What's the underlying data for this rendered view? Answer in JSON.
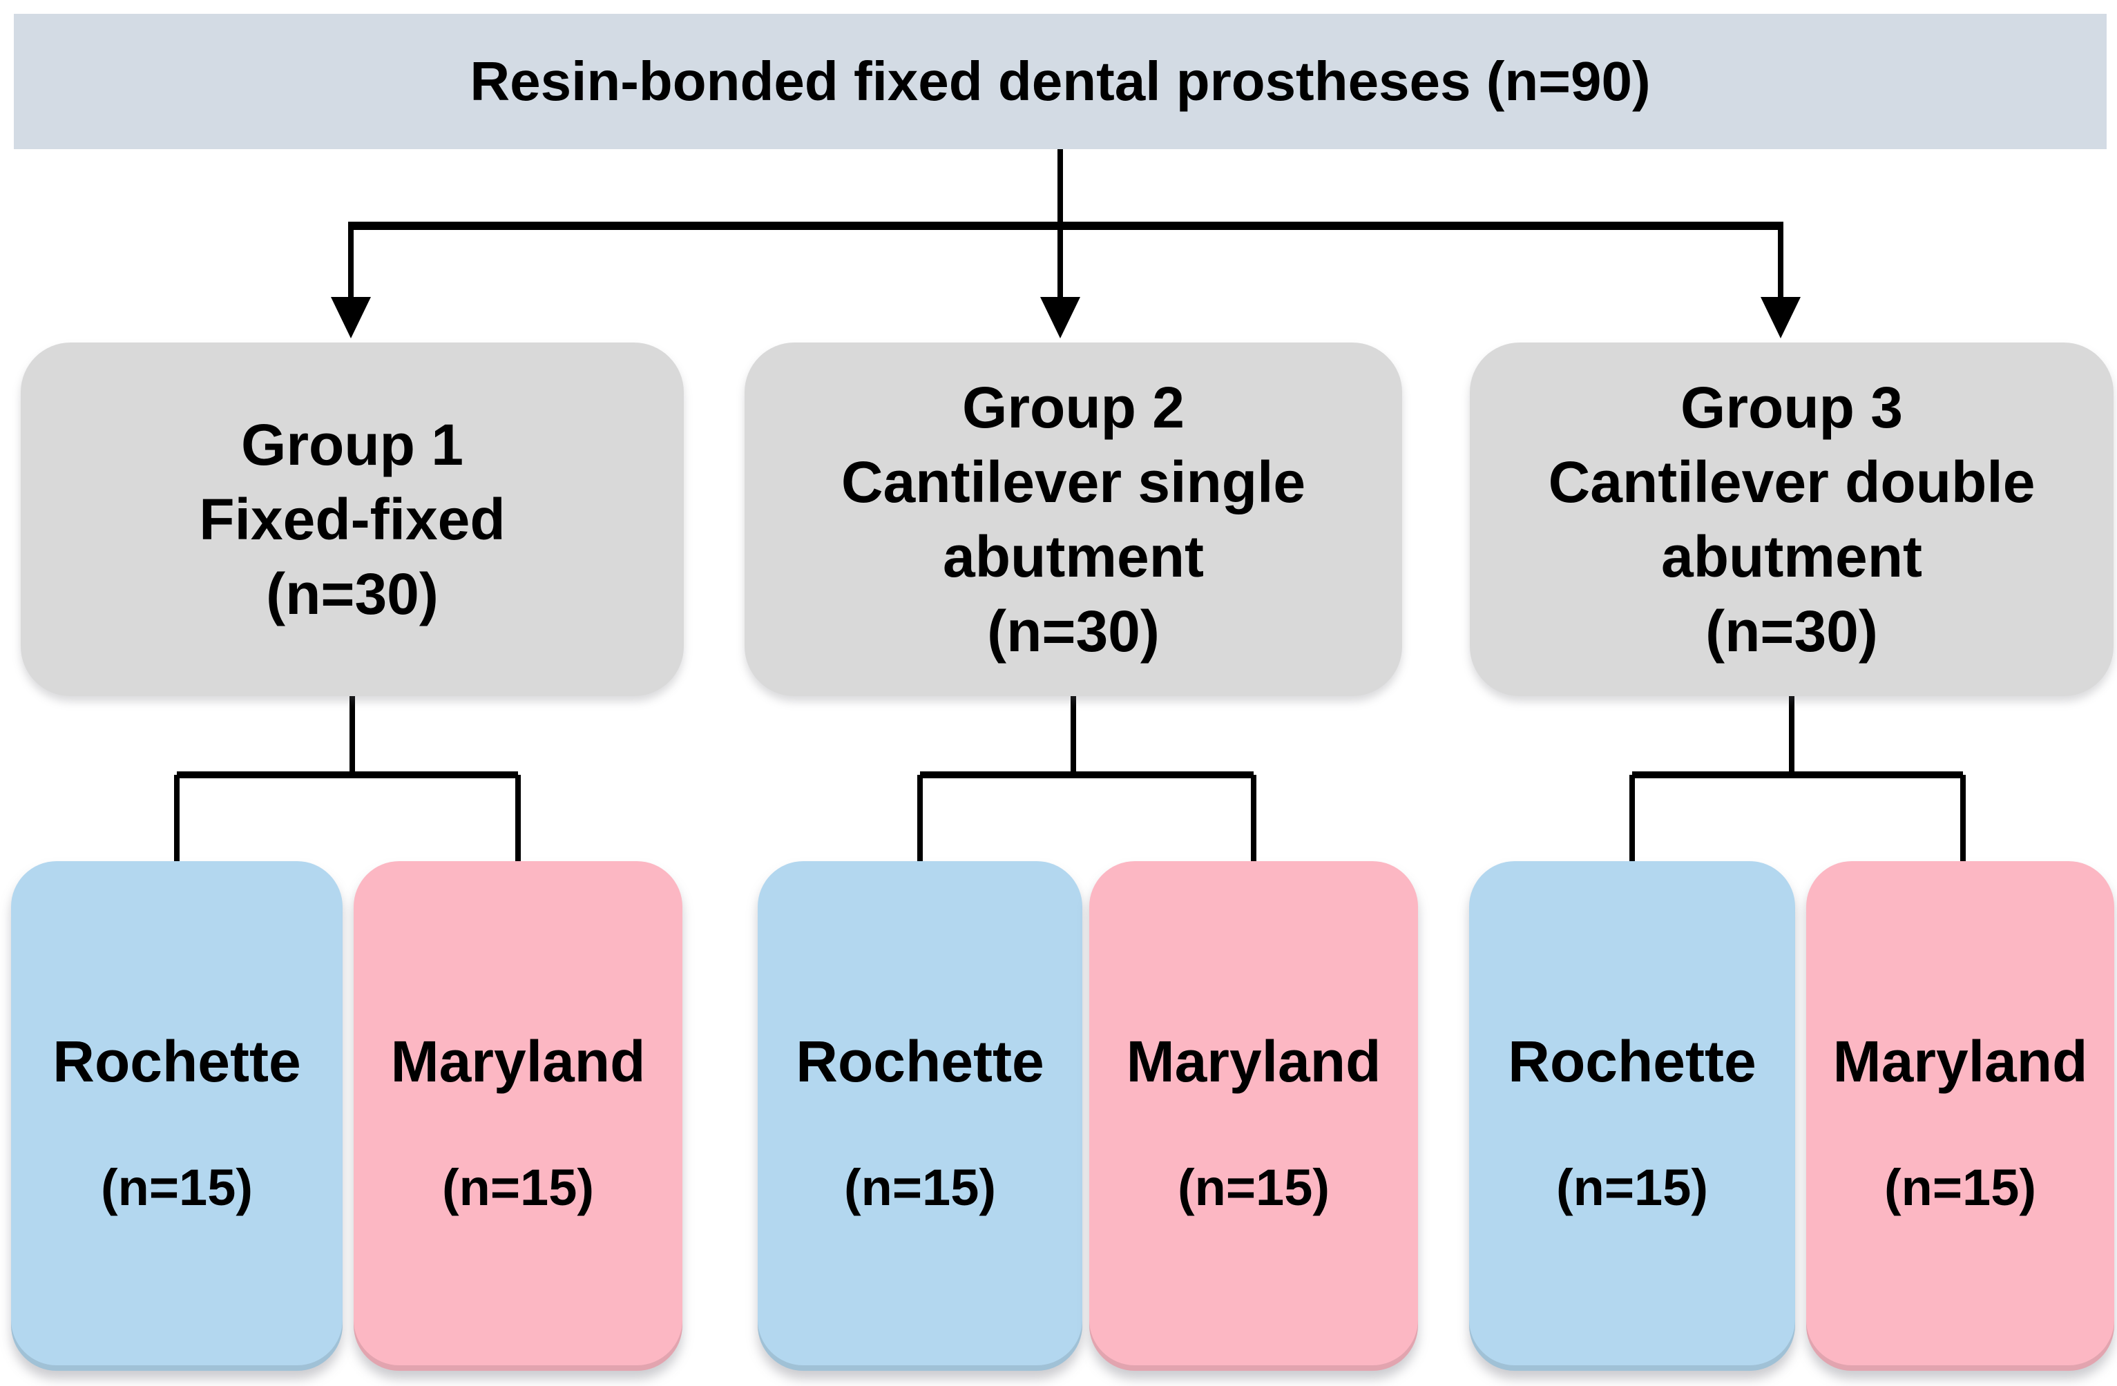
{
  "figure": {
    "type": "flowchart",
    "root": {
      "label": "Resin-bonded fixed dental prostheses (n=90)"
    },
    "groups": [
      {
        "name": "Group 1",
        "lines": [
          "Group 1",
          "Fixed-fixed",
          "(n=30)"
        ],
        "children": [
          {
            "title": "Rochette",
            "count": "(n=15)",
            "type": "rochette"
          },
          {
            "title": "Maryland",
            "count": "(n=15)",
            "type": "maryland"
          }
        ]
      },
      {
        "name": "Group 2",
        "lines": [
          "Group 2",
          "Cantilever single",
          "abutment",
          "(n=30)"
        ],
        "children": [
          {
            "title": "Rochette",
            "count": "(n=15)",
            "type": "rochette"
          },
          {
            "title": "Maryland",
            "count": "(n=15)",
            "type": "maryland"
          }
        ]
      },
      {
        "name": "Group 3",
        "lines": [
          "Group 3",
          "Cantilever double",
          "abutment",
          "(n=30)"
        ],
        "children": [
          {
            "title": "Rochette",
            "count": "(n=15)",
            "type": "rochette"
          },
          {
            "title": "Maryland",
            "count": "(n=15)",
            "type": "maryland"
          }
        ]
      }
    ],
    "colors": {
      "background": "#ffffff",
      "banner_bg": "#d3dbe4",
      "group_bg": "#d9d9d9",
      "rochette_bg": "#b3d7ef",
      "maryland_bg": "#fcb7c3",
      "line": "#000000",
      "text": "#000000"
    }
  }
}
